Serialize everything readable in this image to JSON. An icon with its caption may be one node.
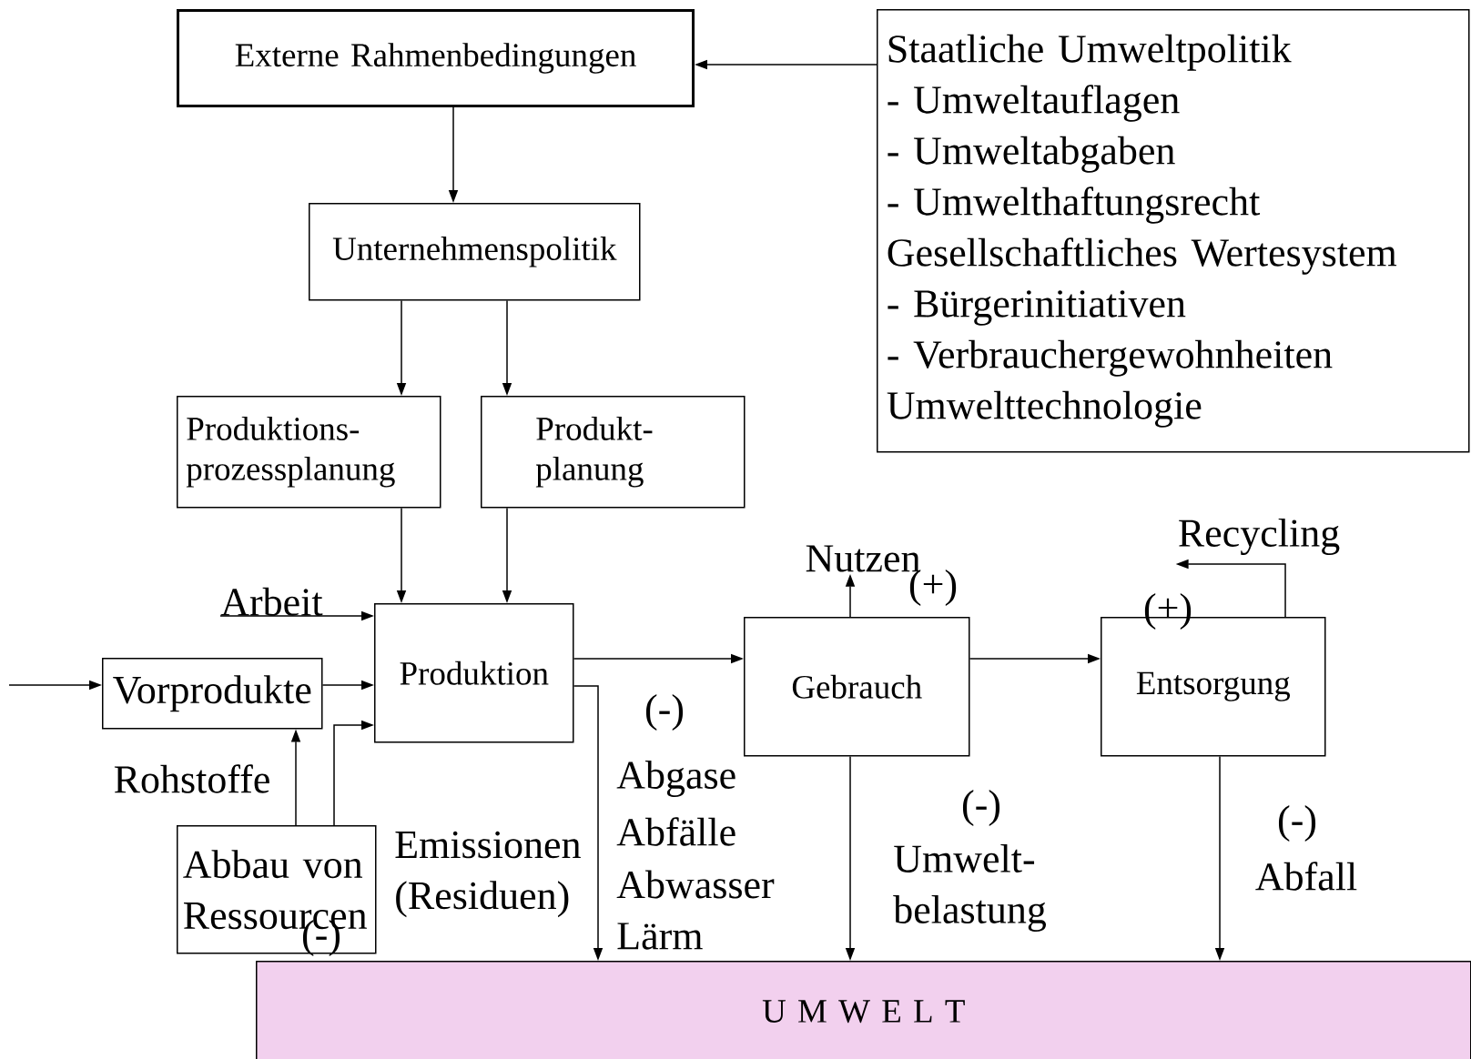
{
  "diagram": {
    "nodes": [
      {
        "text": [
          "Externe Rahmenbedingungen"
        ]
      },
      {
        "text": [
          "Staatliche Umweltpolitik",
          "- Umweltauflagen",
          "- Umweltabgaben",
          "- Umwelthaftungsrecht",
          "Gesellschaftliches Wertesystem",
          "- Bürgerinitiativen",
          "- Verbrauchergewohnheiten",
          "Umwelttechnologie"
        ]
      },
      {
        "text": [
          "Unternehmenspolitik"
        ]
      },
      {
        "text": [
          "Produktions- prozessplanung"
        ]
      },
      {
        "text": [
          "Produkt- planung"
        ]
      },
      {
        "text": [
          "Arbeit"
        ]
      },
      {
        "text": [
          "Produktion"
        ]
      },
      {
        "text": [
          "Vorprodukte"
        ]
      },
      {
        "text": [
          "Abbau von Ressourcen"
        ]
      },
      {
        "text": [
          "Gebrauch"
        ]
      },
      {
        "text": [
          "Nutzen"
        ]
      },
      {
        "text": [
          "Entsorgung"
        ]
      },
      {
        "text": [
          "U M W E L T"
        ]
      },
      {
        "text": [
          "Recycling"
        ]
      }
    ],
    "edges": [
      {
        "from": 1,
        "to": 0,
        "arrow": "to"
      },
      {
        "from": 0,
        "to": 2,
        "arrow": "to"
      },
      {
        "from": 2,
        "to": 3,
        "arrow": "to"
      },
      {
        "from": 2,
        "to": 4,
        "arrow": "to"
      },
      {
        "from": 3,
        "to": 6,
        "arrow": "to"
      },
      {
        "from": 4,
        "to": 6,
        "arrow": "to"
      },
      {
        "from": 5,
        "to": 6,
        "arrow": "to"
      },
      {
        "from": null,
        "to": 7,
        "arrow": "to"
      },
      {
        "from": 7,
        "to": 6,
        "arrow": "to"
      },
      {
        "from": 8,
        "to": 7,
        "arrow": "to"
      },
      {
        "from": 8,
        "to": 6,
        "arrow": "to"
      },
      {
        "from": 6,
        "to": 9,
        "arrow": "to"
      },
      {
        "from": 6,
        "to": 12,
        "arrow": "to"
      },
      {
        "from": 9,
        "to": 10,
        "arrow": "to"
      },
      {
        "from": 9,
        "to": 11,
        "arrow": "to"
      },
      {
        "from": 11,
        "to": 13,
        "arrow": "to"
      },
      {
        "from": 9,
        "to": 12,
        "arrow": "to"
      },
      {
        "from": 11,
        "to": 12,
        "arrow": "to"
      }
    ],
    "labels": [
      "Rohstoffe",
      "(-)",
      "Emissionen (Residuen)",
      "(-)",
      "Abgase",
      "Abfälle",
      "Abwasser",
      "Lärm",
      "(+)",
      "(+)",
      "(-)",
      "Umwelt- belastung",
      "(-)",
      "Abfall"
    ]
  }
}
